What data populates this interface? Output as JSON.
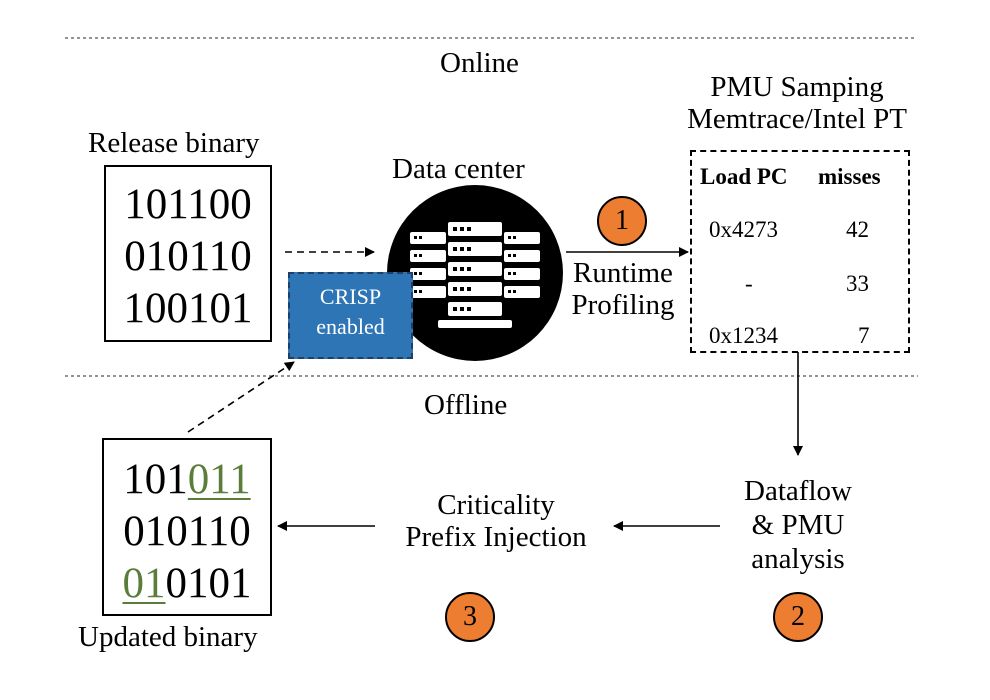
{
  "sections": {
    "online": "Online",
    "offline": "Offline"
  },
  "release_binary": {
    "title": "Release binary",
    "lines": [
      "101100",
      "010110",
      "100101"
    ]
  },
  "crisp": {
    "line1": "CRISP",
    "line2": "enabled"
  },
  "data_center": {
    "title": "Data center"
  },
  "profiling": {
    "line1": "Runtime",
    "line2": "Profiling",
    "step": "1"
  },
  "pmu": {
    "title_line1": "PMU Samping",
    "title_line2": "Memtrace/Intel PT",
    "columns": [
      "Load PC",
      "misses"
    ],
    "rows": [
      [
        "0x4273",
        "42"
      ],
      [
        "-",
        "33"
      ],
      [
        "0x1234",
        "7"
      ]
    ]
  },
  "analysis": {
    "line1": "Dataflow",
    "line2": "& PMU",
    "line3": "analysis",
    "step": "2"
  },
  "injection": {
    "line1": "Criticality",
    "line2": "Prefix Injection",
    "step": "3"
  },
  "updated_binary": {
    "title": "Updated binary",
    "line1_plain": "101",
    "line1_hl": "011",
    "line2": "010110",
    "line3_hl": "01",
    "line3_plain": "0101"
  },
  "colors": {
    "badge": "#ed7d31",
    "crisp": "#2e75b6",
    "highlight": "#5a7d3a"
  }
}
